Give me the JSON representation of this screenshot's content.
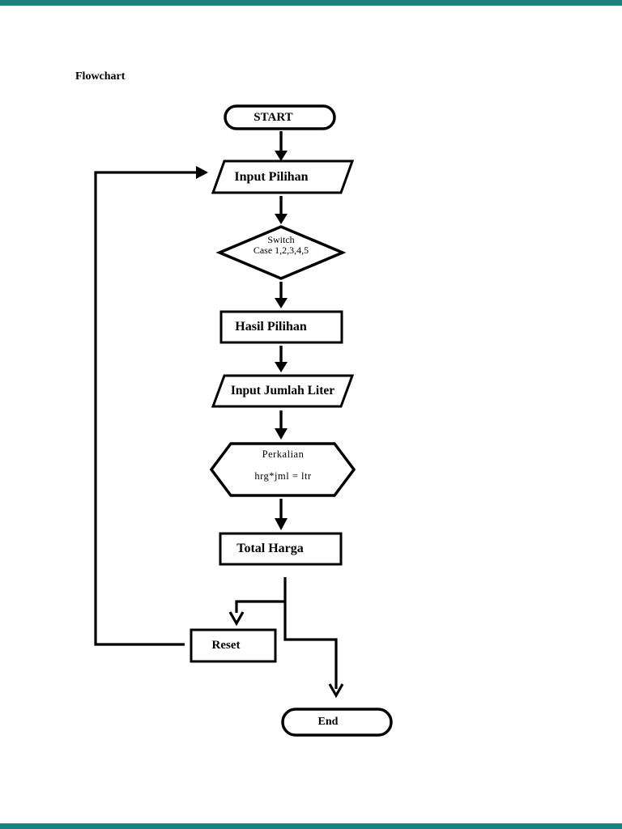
{
  "page": {
    "title": "Flowchart",
    "background_color": "#ffffff",
    "separator_color": "#19827c",
    "line_color": "#000000"
  },
  "flowchart": {
    "nodes": [
      {
        "id": "start",
        "type": "terminator",
        "label": "START"
      },
      {
        "id": "input-pilihan",
        "type": "input-output",
        "label": "Input Pilihan"
      },
      {
        "id": "switch-case",
        "type": "decision",
        "label": "Switch",
        "label2": "Case 1,2,3,4,5"
      },
      {
        "id": "hasil-pilihan",
        "type": "process",
        "label": "Hasil Pilihan"
      },
      {
        "id": "input-jumlah-liter",
        "type": "input-output",
        "label": "Input Jumlah Liter"
      },
      {
        "id": "perkalian",
        "type": "preparation",
        "label": "Perkalian",
        "label2": "hrg*jml = ltr"
      },
      {
        "id": "total-harga",
        "type": "process",
        "label": "Total Harga"
      },
      {
        "id": "reset",
        "type": "process",
        "label": "Reset"
      },
      {
        "id": "end",
        "type": "terminator",
        "label": "End"
      }
    ]
  }
}
